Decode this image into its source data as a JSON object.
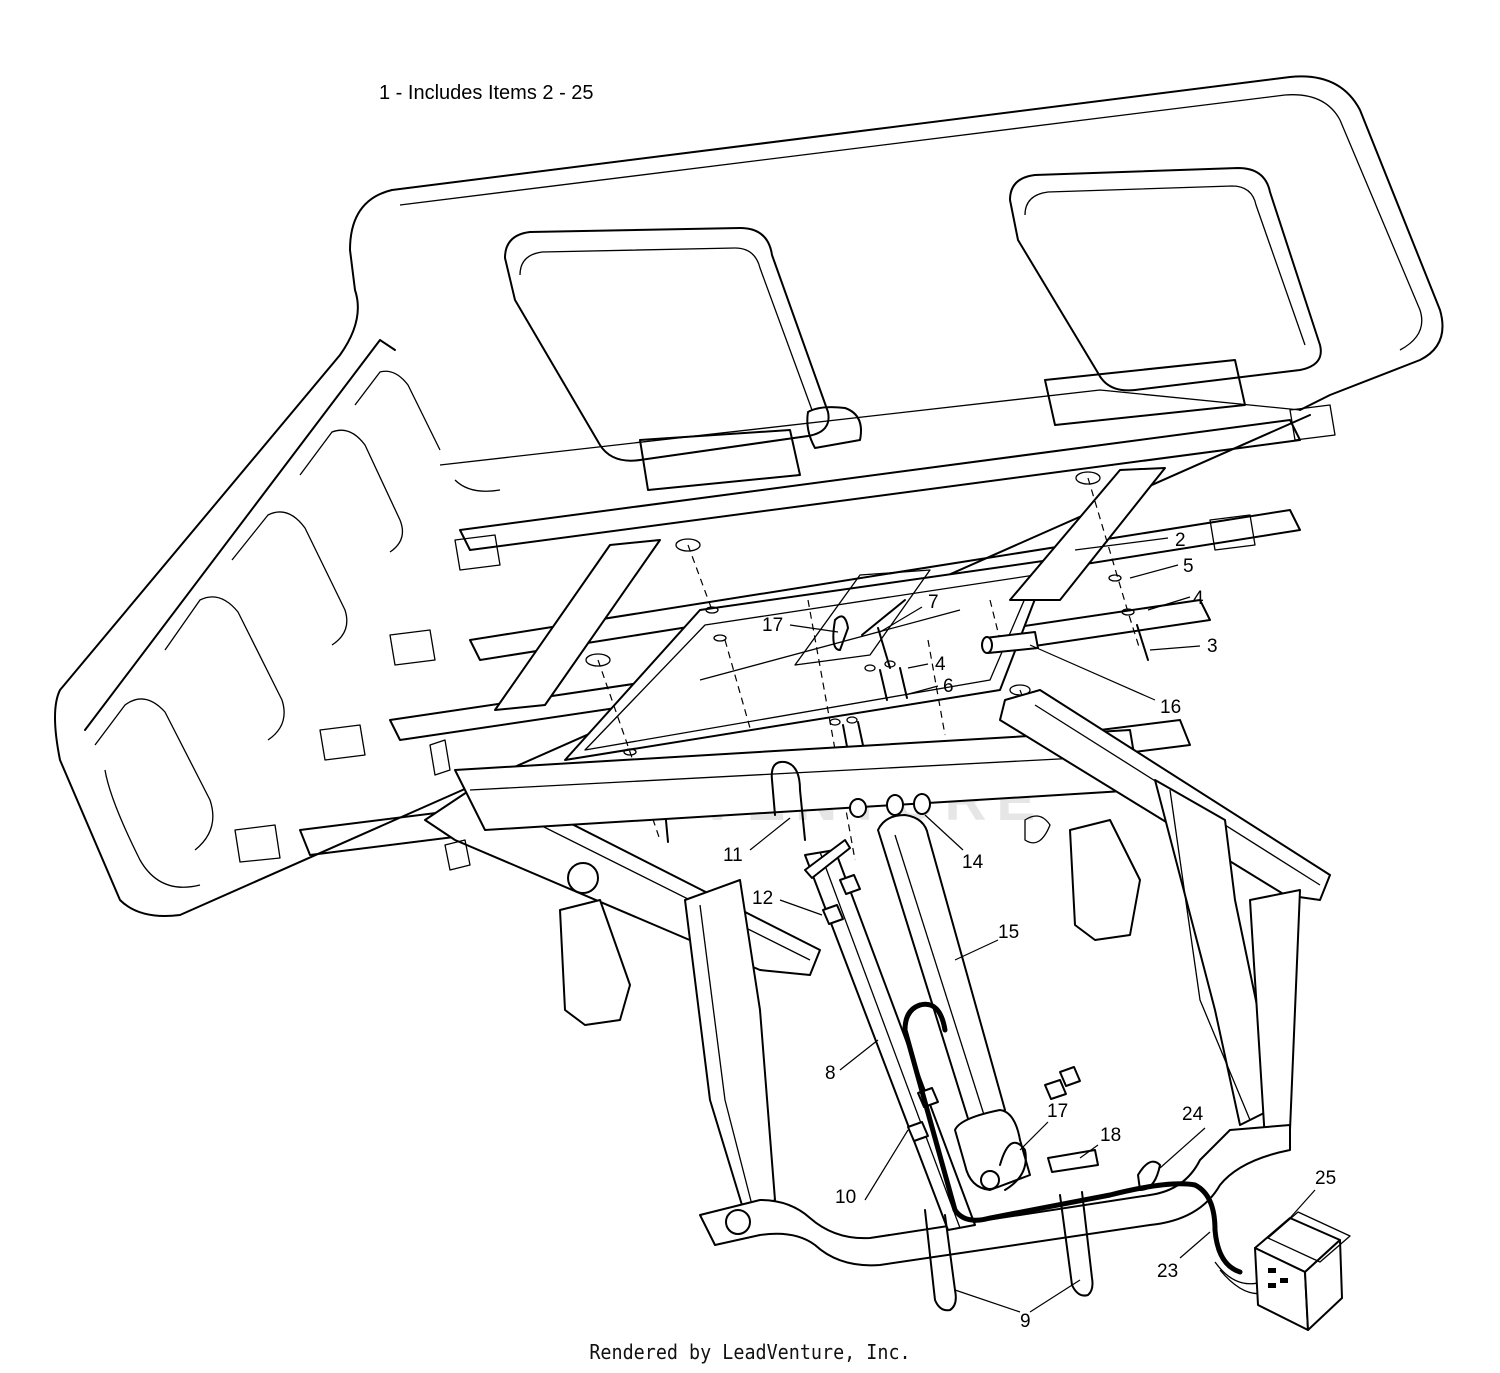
{
  "header": {
    "note": "1 - Includes Items 2 - 25"
  },
  "footer": {
    "credit": "Rendered by LeadVenture, Inc."
  },
  "watermark": {
    "text": "LEADVENTURE"
  },
  "callouts": [
    {
      "id": "c2",
      "text": "2"
    },
    {
      "id": "c5",
      "text": "5"
    },
    {
      "id": "c4a",
      "text": "4"
    },
    {
      "id": "c3",
      "text": "3"
    },
    {
      "id": "c16",
      "text": "16"
    },
    {
      "id": "c7",
      "text": "7"
    },
    {
      "id": "c17a",
      "text": "17"
    },
    {
      "id": "c4b",
      "text": "4"
    },
    {
      "id": "c6",
      "text": "6"
    },
    {
      "id": "c11",
      "text": "11"
    },
    {
      "id": "c14",
      "text": "14"
    },
    {
      "id": "c12",
      "text": "12"
    },
    {
      "id": "c15",
      "text": "15"
    },
    {
      "id": "c8",
      "text": "8"
    },
    {
      "id": "c17b",
      "text": "17"
    },
    {
      "id": "c18",
      "text": "18"
    },
    {
      "id": "c24",
      "text": "24"
    },
    {
      "id": "c25",
      "text": "25"
    },
    {
      "id": "c10",
      "text": "10"
    },
    {
      "id": "c23",
      "text": "23"
    },
    {
      "id": "c9",
      "text": "9"
    }
  ]
}
